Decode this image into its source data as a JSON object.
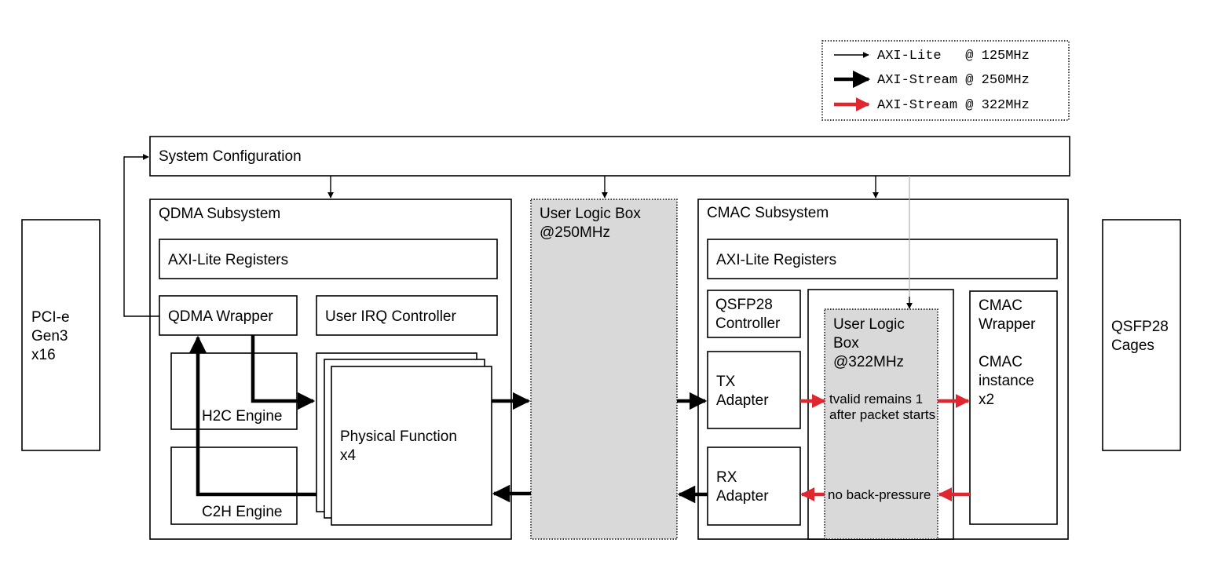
{
  "legend": {
    "axi_lite": "AXI-Lite   @ 125MHz",
    "axi_stream_250": "AXI-Stream @ 250MHz",
    "axi_stream_322": "AXI-Stream @ 322MHz"
  },
  "pcie": {
    "line1": "PCI-e",
    "line2": "Gen3",
    "line3": "x16"
  },
  "qsfp_cages": {
    "line1": "QSFP28",
    "line2": "Cages"
  },
  "system_config": "System Configuration",
  "qdma": {
    "title": "QDMA Subsystem",
    "axi_lite_registers": "AXI-Lite Registers",
    "wrapper": "QDMA Wrapper",
    "user_irq": "User IRQ Controller",
    "h2c_engine": "H2C Engine",
    "c2h_engine": "C2H Engine",
    "pf_line1": "Physical Function",
    "pf_line2": "x4"
  },
  "user_logic_250": {
    "line1": "User Logic Box",
    "line2": "@250MHz"
  },
  "cmac": {
    "title": "CMAC Subsystem",
    "axi_lite_registers": "AXI-Lite Registers",
    "qsfp_ctrl_line1": "QSFP28",
    "qsfp_ctrl_line2": "Controller",
    "tx_line1": "TX",
    "tx_line2": "Adapter",
    "rx_line1": "RX",
    "rx_line2": "Adapter",
    "ulb_line1": "User Logic",
    "ulb_line2": "Box",
    "ulb_line3": "@322MHz",
    "note_tvalid_1": "tvalid remains 1",
    "note_tvalid_2": "after packet starts",
    "note_backpressure": "no back-pressure",
    "wrapper_line1": "CMAC",
    "wrapper_line2": "Wrapper",
    "instance_line1": "CMAC",
    "instance_line2": "instance",
    "instance_line3": "x2"
  },
  "colors": {
    "red_stream": "#e0262e",
    "user_logic_fill": "#d9d9d9"
  }
}
